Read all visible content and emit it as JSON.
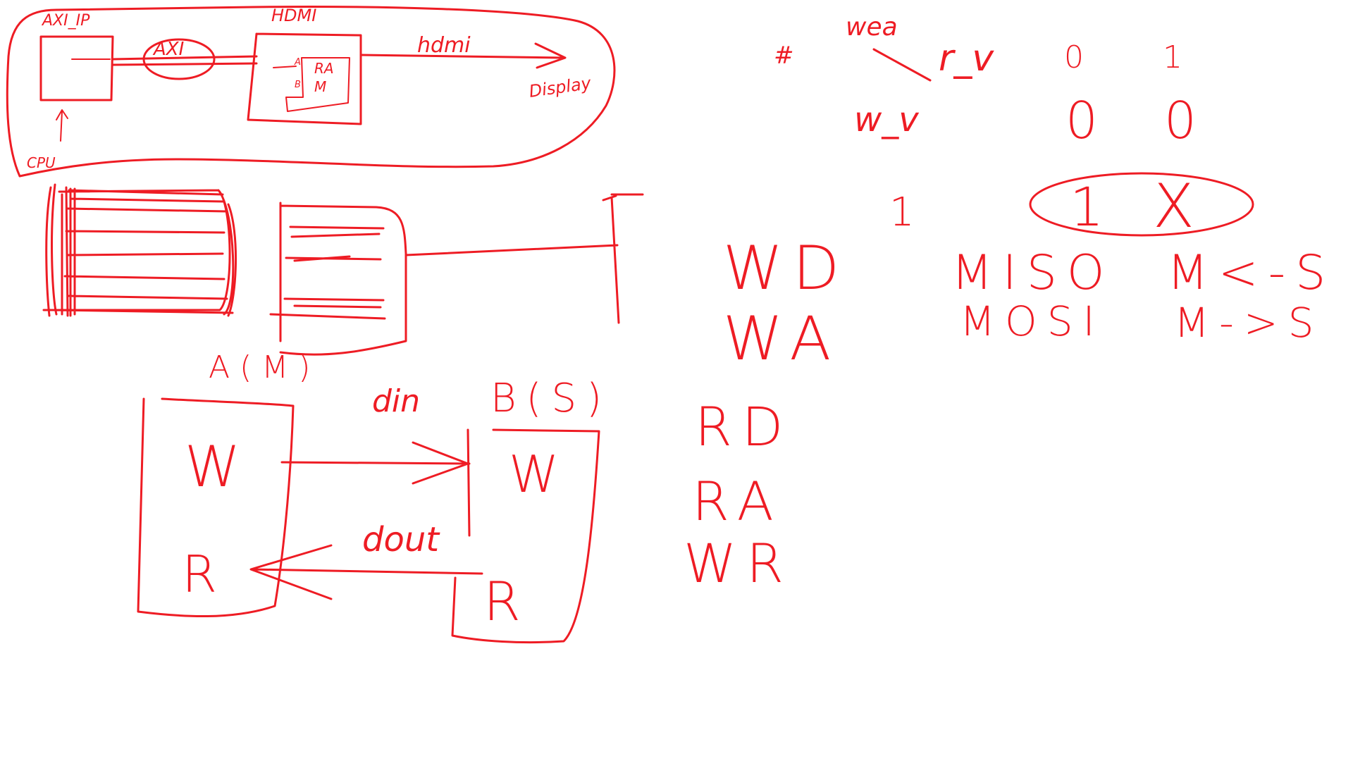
{
  "ink_color": "#ee1c24",
  "background": "#ffffff",
  "top_diagram": {
    "axi_ip_label": "AXI_IP",
    "axi_label": "AXI",
    "hdmi_label": "HDMI",
    "ram_label_top": "RA",
    "ram_label_bottom": "M",
    "port_a": "A",
    "port_b": "B",
    "hdmi_signal": "hdmi",
    "display_label": "Display",
    "cpu_label": "CPU"
  },
  "memory_diagram": {
    "port_label": "A(M)"
  },
  "wr_diagram": {
    "din_label": "din",
    "port_b_label": "B(S)",
    "dout_label": "dout",
    "left_w": "W",
    "left_r": "R",
    "right_w": "W",
    "right_r": "R"
  },
  "truth_table": {
    "corner": "#",
    "wea_label": "wea",
    "r_v_label": "r_v",
    "w_v_label": "w_v",
    "col0": "0",
    "col1": "1",
    "r0c0": "0",
    "r0c1": "0",
    "row1": "1",
    "r1c0": "1",
    "r1c1": "X"
  },
  "signals": [
    "WD",
    "WA",
    "RD",
    "RA",
    "WR"
  ],
  "spi": {
    "miso": "MISO",
    "miso_dir": "M<-S",
    "mosi": "MOSI",
    "mosi_dir": "M->S"
  }
}
